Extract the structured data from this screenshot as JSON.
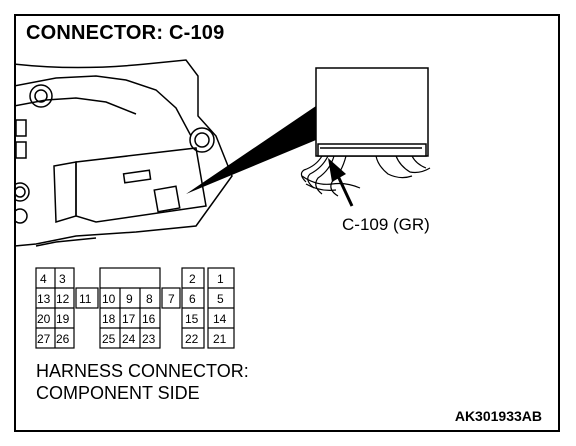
{
  "title": "CONNECTOR: C-109",
  "callout": "C-109 (GR)",
  "harness_line1": "HARNESS CONNECTOR:",
  "harness_line2": "COMPONENT SIDE",
  "code": "AK301933AB",
  "pins": {
    "p1": "1",
    "p2": "2",
    "p3": "3",
    "p4": "4",
    "p5": "5",
    "p6": "6",
    "p7": "7",
    "p8": "8",
    "p9": "9",
    "p10": "10",
    "p11": "11",
    "p12": "12",
    "p13": "13",
    "p14": "14",
    "p15": "15",
    "p16": "16",
    "p17": "17",
    "p18": "18",
    "p19": "19",
    "p20": "20",
    "p21": "21",
    "p22": "22",
    "p23": "23",
    "p24": "24",
    "p25": "25",
    "p26": "26",
    "p27": "27"
  }
}
